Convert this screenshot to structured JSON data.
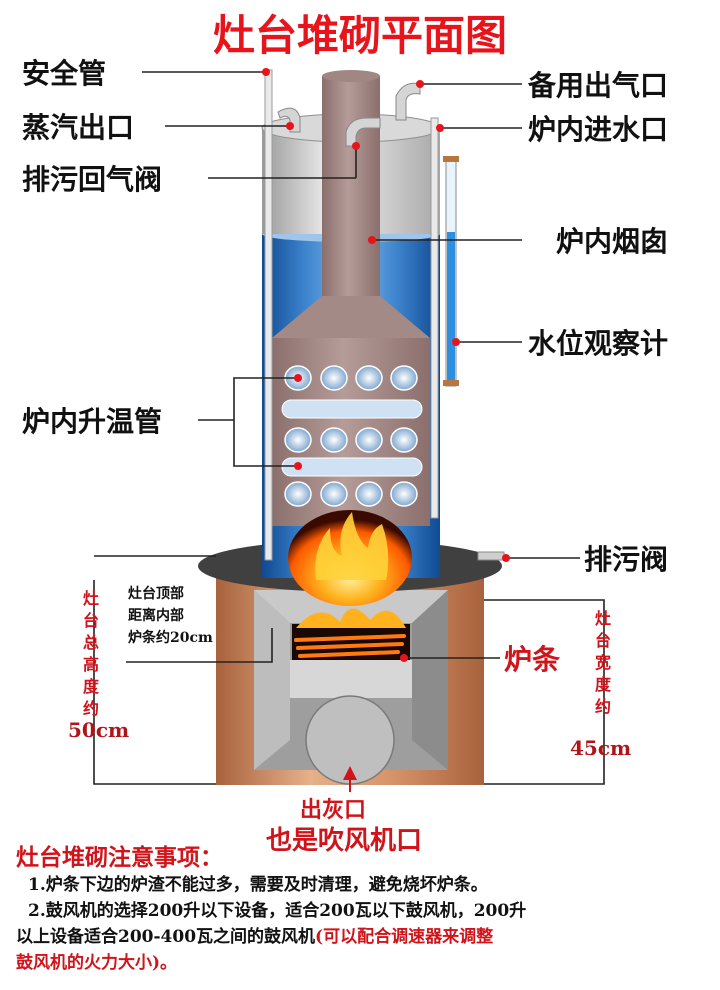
{
  "title": "灶台堆砌平面图",
  "labels": {
    "safety_pipe": "安全管",
    "steam_outlet": "蒸汽出口",
    "drain_return_valve": "排污回气阀",
    "spare_outlet": "备用出气口",
    "water_inlet": "炉内进水口",
    "chimney": "炉内烟囱",
    "water_gauge": "水位观察计",
    "heating_pipes": "炉内升温管",
    "drain_valve": "排污阀",
    "grate": "炉条",
    "ash_outlet_line1": "出灰口",
    "ash_outlet_line2": "也是吹风机口"
  },
  "dimensions": {
    "total_height_label": "灶台总高度约",
    "total_height_value": "50cm",
    "width_label": "灶台宽度约",
    "width_value": "45cm",
    "top_to_grate_line1": "灶台顶部",
    "top_to_grate_line2": "距离内部",
    "top_to_grate_line3": "炉条约20cm"
  },
  "notes": {
    "heading": "灶台堆砌注意事项：",
    "item1": "1.炉条下边的炉渣不能过多，需要及时清理，避免烧坏炉条。",
    "item2_a": "2.鼓风机的选择200升以下设备，适合200瓦以下鼓风机，200升",
    "item2_b": "以上设备适合200-400瓦之间的鼓风机",
    "item2_c": "(可以配合调速器来调整",
    "item2_d": "鼓风机的火力大小)。"
  },
  "colors": {
    "title": "#e8141b",
    "water": "#1e63b4",
    "brick": "#c9865a",
    "steel": "#c8c8c8",
    "accent": "#d0141b"
  }
}
